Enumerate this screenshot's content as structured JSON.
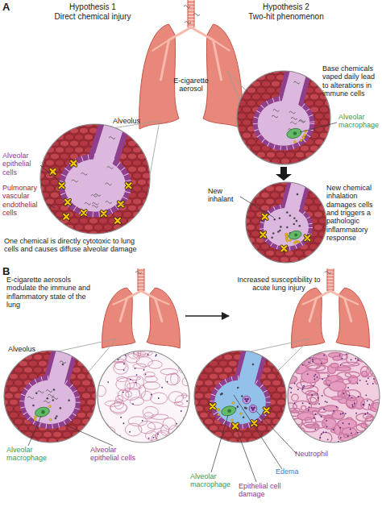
{
  "diagram": {
    "labels": [
      "A",
      "Hypothesis 1",
      "Direct chemical injury",
      "Hypothesis 2",
      "Two-hit phenomenon",
      "E-cigarette aerosol",
      "Base chemicals vaped daily lead to alterations in immune cells",
      "Alveolar macrophage",
      "Alveolus",
      "Alveolar epithelial cells",
      "Pulmonary vascular endothelial cells",
      "New inhalant",
      "New chemical inhalation damages cells and triggers a pathologic inflammatory response",
      "One chemical is directly cytotoxic to lung cells and causes diffuse alveolar damage",
      "B",
      "E-cigarette aerosols modulate the immune and inflammatory state of the lung",
      "Increased susceptibility to acute lung injury",
      "Alveolus",
      "Alveolar macrophage",
      "Alveolar epithelial cells",
      "Alveolar macrophage",
      "Epithelial cell damage",
      "Edema",
      "Neutrophil"
    ]
  }
}
